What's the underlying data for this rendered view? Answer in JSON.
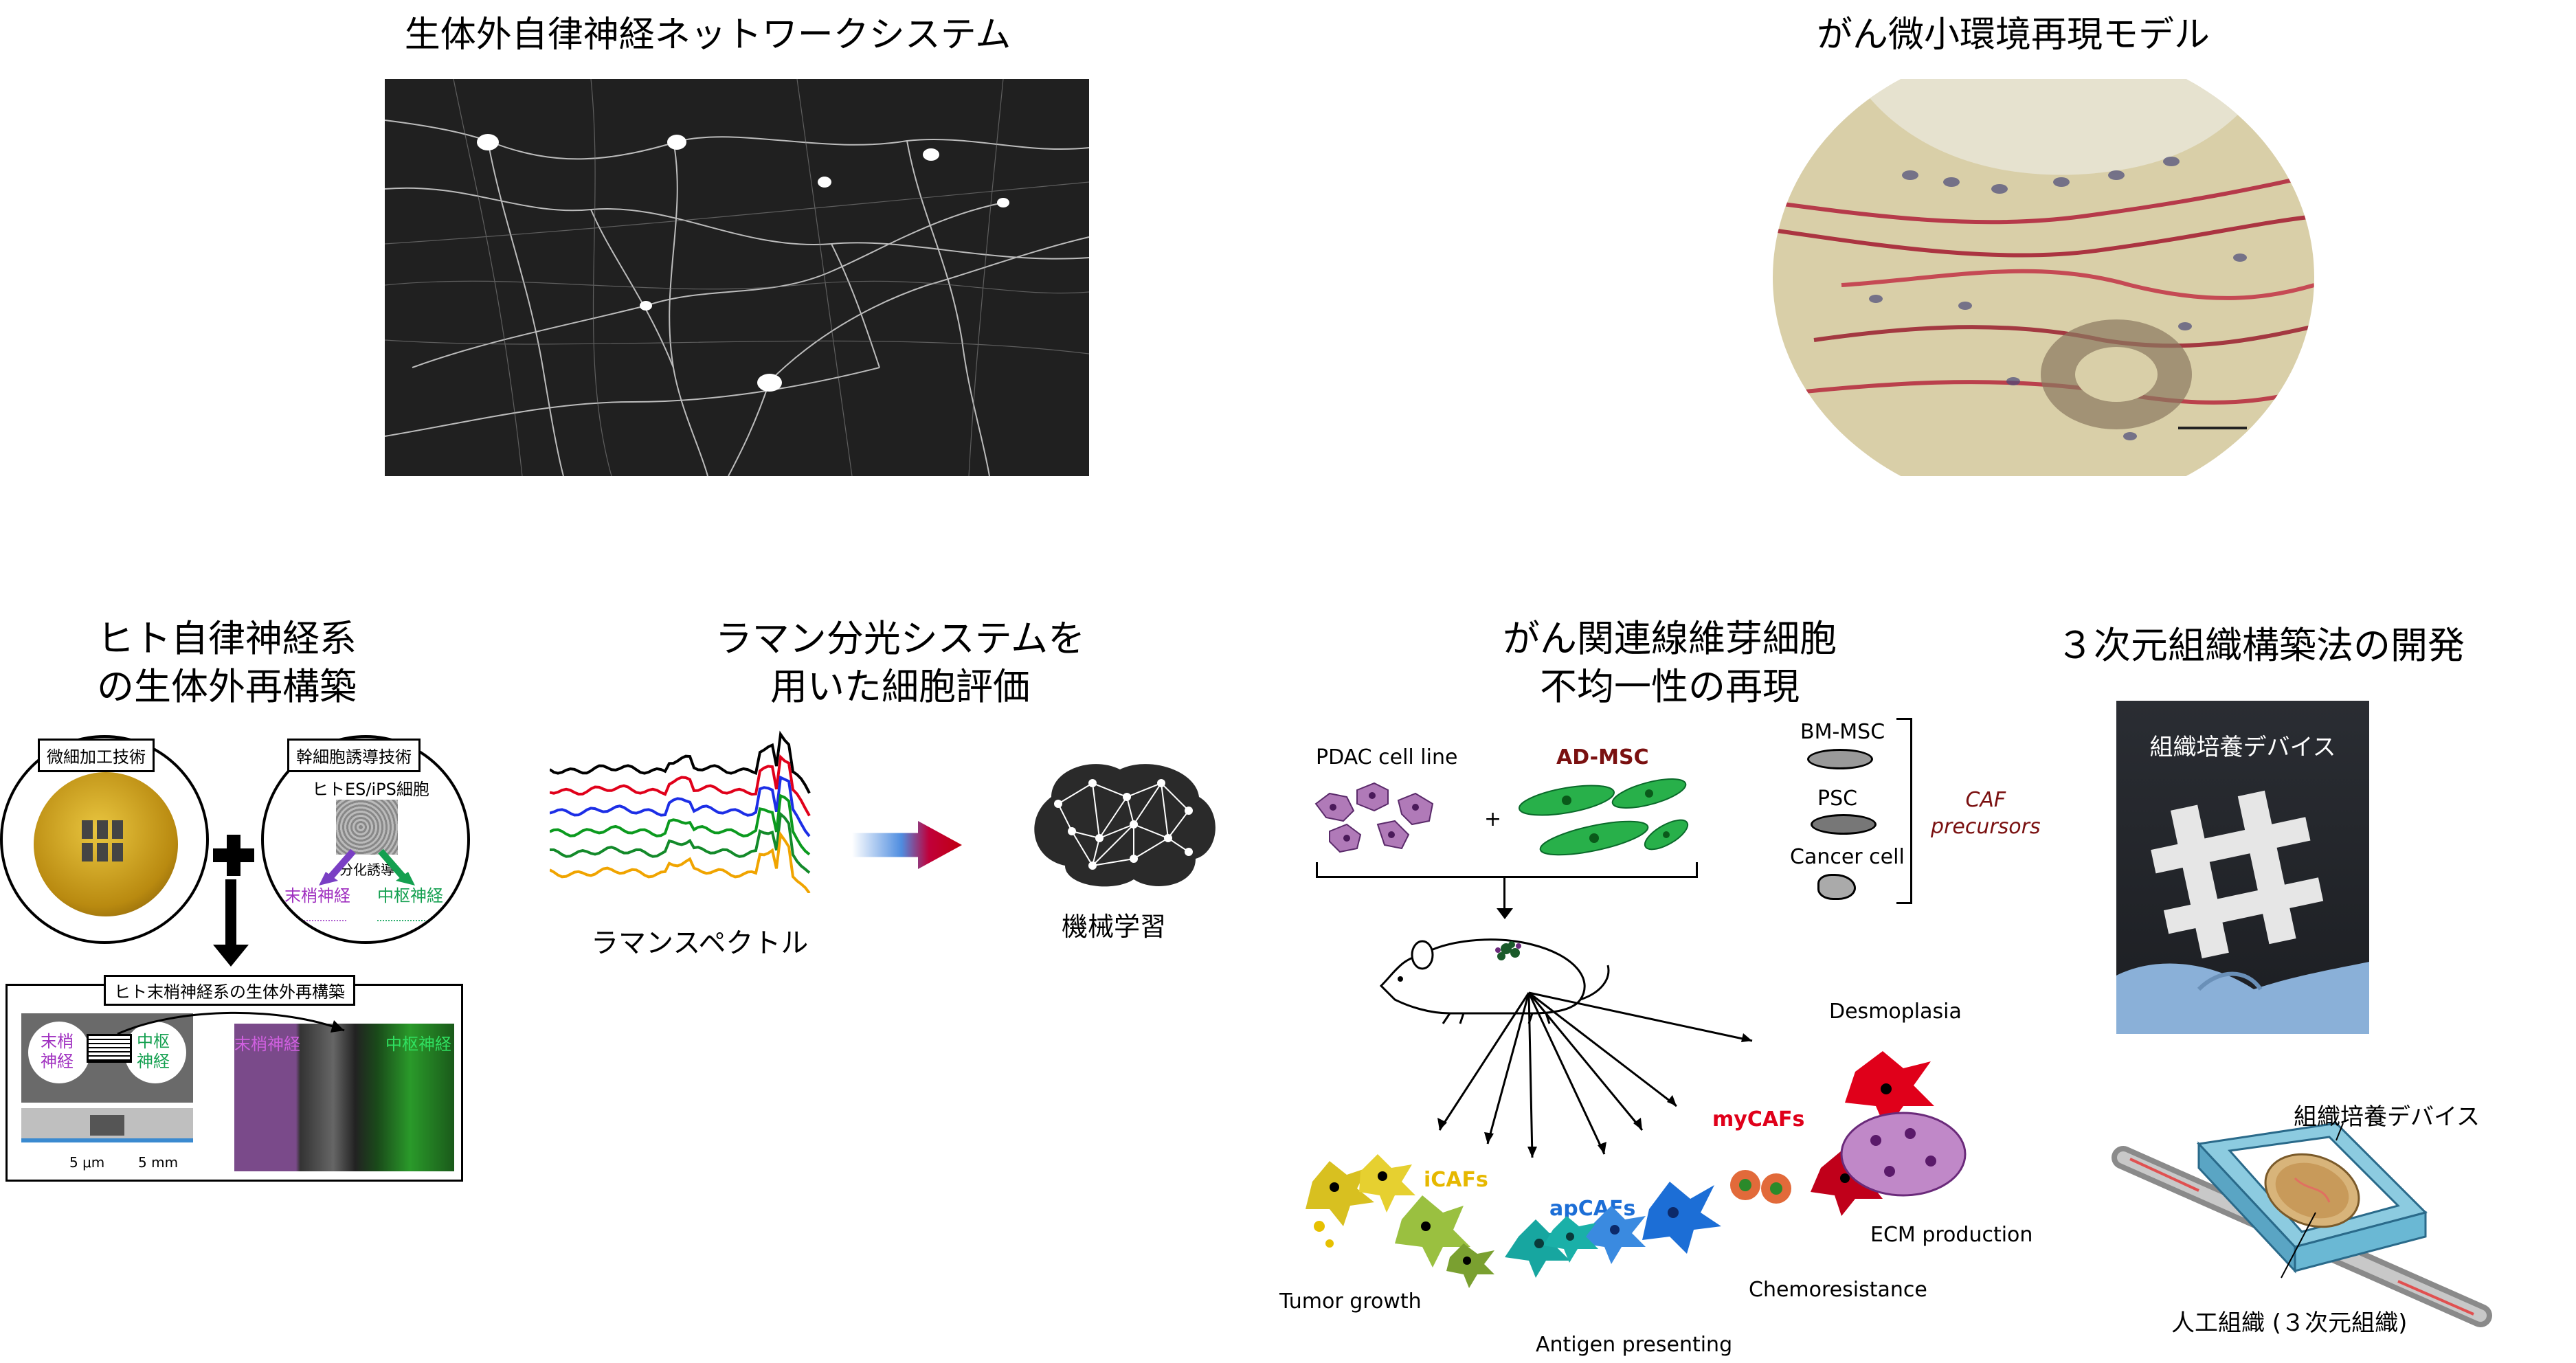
{
  "top": {
    "left_title": "生体外自律神経ネットワークシステム",
    "right_title": "がん微小環境再現モデル"
  },
  "panel1": {
    "title_line1": "ヒト自律神経系",
    "title_line2": "の生体外再構築",
    "tag_left": "微細加工技術",
    "tag_right": "幹細胞誘導技術",
    "cells_label": "ヒトES/iPS細胞",
    "induction": "分化誘導",
    "peripheral": "末梢神経",
    "central": "中枢神経",
    "box_title": "ヒト末梢神経系の生体外再構築",
    "chip_left_1": "末梢",
    "chip_left_2": "神経",
    "chip_right_1": "中枢",
    "chip_right_2": "神経",
    "scale_1": "5 μm",
    "scale_2": "5 mm",
    "micro_left": "末梢神経",
    "micro_right": "中枢神経"
  },
  "panel2": {
    "title_line1": "ラマン分光システムを",
    "title_line2": "用いた細胞評価",
    "spectrum_label": "ラマンスペクトル",
    "ml_label": "機械学習",
    "spectrum_colors": [
      "#000000",
      "#e0001a",
      "#1c2ee6",
      "#0b9a1e",
      "#138a2a",
      "#f0a400"
    ]
  },
  "panel3": {
    "title_line1": "がん関連線維芽細胞",
    "title_line2": "不均一性の再現",
    "pdac": "PDAC cell line",
    "plus": "+",
    "admsc": "AD-MSC",
    "bm": "BM-MSC",
    "psc": "PSC",
    "cancer": "Cancer cell",
    "caf_1": "CAF",
    "caf_2": "precursors",
    "desmo": "Desmoplasia",
    "mycafs": "myCAFs",
    "icafs": "iCAFs",
    "apcafs": "apCAFs",
    "ecm": "ECM production",
    "chemo": "Chemoresistance",
    "tumor": "Tumor growth",
    "antigen": "Antigen presenting",
    "colors": {
      "mycafs": "#e0001a",
      "icafs": "#e6b800",
      "apcafs": "#1c6ed6",
      "admsc": "#7a1010"
    }
  },
  "panel4": {
    "title": "３次元組織構築法の開発",
    "photo_label": "組織培養デバイス",
    "device_label": "組織培養デバイス",
    "tissue_label": "人工組織 (３次元組織)"
  }
}
